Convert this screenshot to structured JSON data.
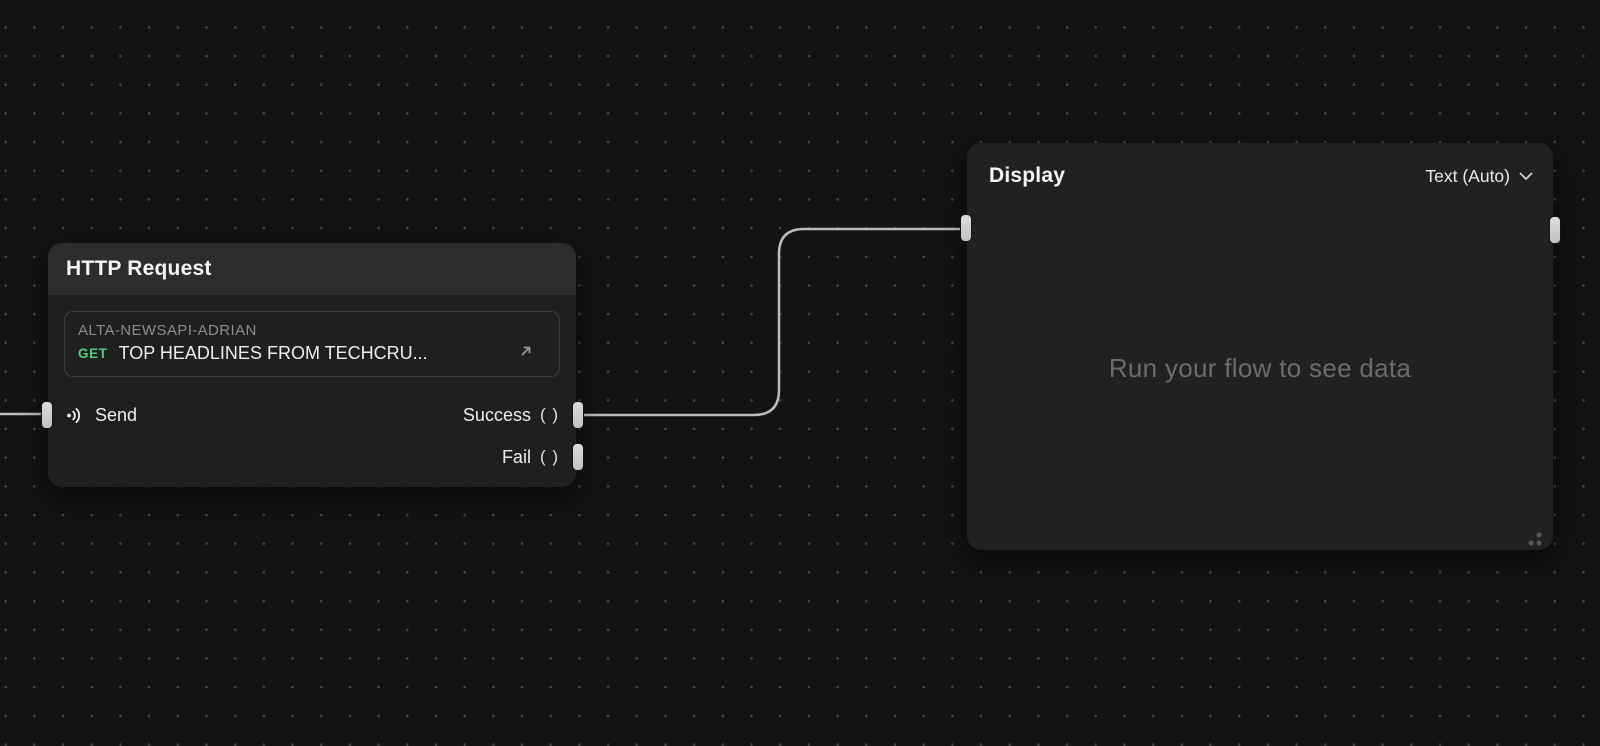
{
  "canvas": {
    "background_color": "#131313",
    "grid_dot_color": "#484848"
  },
  "http_request_node": {
    "title": "HTTP Request",
    "request": {
      "name": "ALTA-NEWSAPI-ADRIAN",
      "method": "GET",
      "method_color": "#4cd07d",
      "summary": "TOP HEADLINES FROM TECHCRU..."
    },
    "ports": {
      "send_label": "Send",
      "outputs": [
        {
          "label": "Success",
          "params": "( )"
        },
        {
          "label": "Fail",
          "params": "( )"
        }
      ]
    }
  },
  "display_node": {
    "title": "Display",
    "mode_selector": "Text (Auto)",
    "placeholder": "Run your flow to see data"
  },
  "connections": [
    {
      "from": "canvas-left-edge",
      "to": "http-request.send"
    },
    {
      "from": "http-request.success",
      "to": "display.input"
    }
  ],
  "wire_color": "#bcbcbc"
}
